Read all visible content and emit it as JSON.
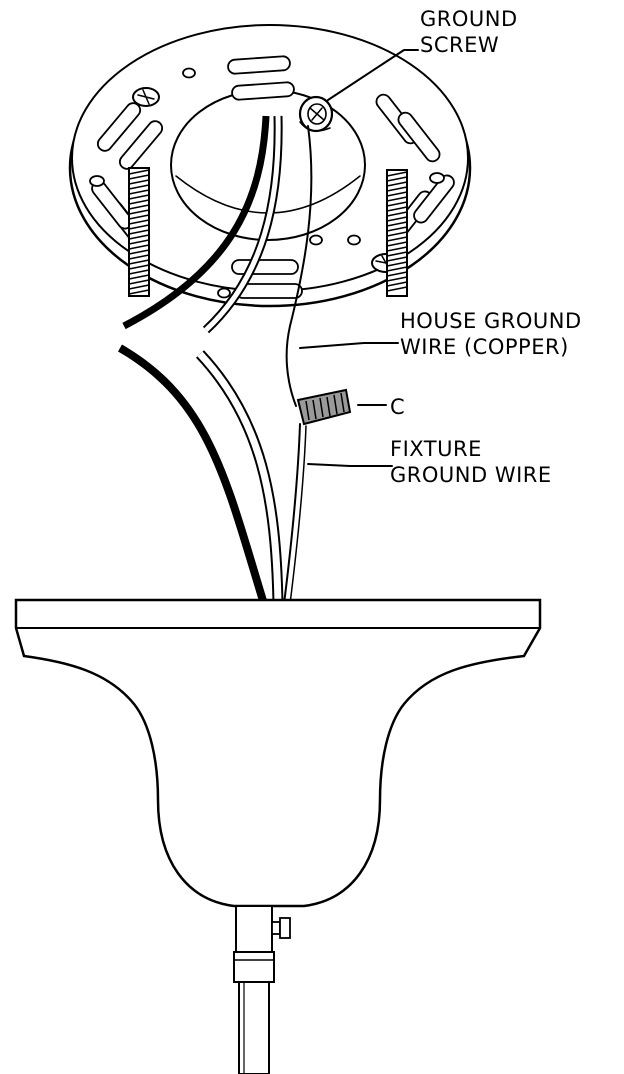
{
  "labels": {
    "ground_screw_line1": "GROUND",
    "ground_screw_line2": "SCREW",
    "house_ground_line1": "HOUSE GROUND",
    "house_ground_line2": "WIRE (COPPER)",
    "connector": "C",
    "fixture_ground_line1": "FIXTURE",
    "fixture_ground_line2": "GROUND WIRE"
  },
  "colors": {
    "line": "#000000",
    "background": "#ffffff",
    "hot_wire": "#000000",
    "neutral_wire": "#ffffff",
    "connector_fill": "#9a9a9a"
  }
}
